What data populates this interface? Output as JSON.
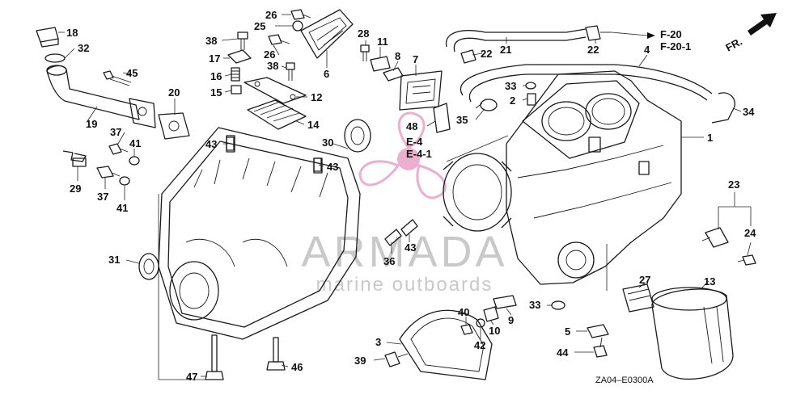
{
  "callouts": [
    {
      "id": "c18",
      "text": "18"
    },
    {
      "id": "c32",
      "text": "32"
    },
    {
      "id": "c45",
      "text": "45"
    },
    {
      "id": "c19",
      "text": "19"
    },
    {
      "id": "c20",
      "text": "20"
    },
    {
      "id": "c37a",
      "text": "37"
    },
    {
      "id": "c41a",
      "text": "41"
    },
    {
      "id": "c29",
      "text": "29"
    },
    {
      "id": "c37b",
      "text": "37"
    },
    {
      "id": "c41b",
      "text": "41"
    },
    {
      "id": "c26a",
      "text": "26"
    },
    {
      "id": "c25",
      "text": "25"
    },
    {
      "id": "c38a",
      "text": "38"
    },
    {
      "id": "c26b",
      "text": "26"
    },
    {
      "id": "c17",
      "text": "17"
    },
    {
      "id": "c38b",
      "text": "38"
    },
    {
      "id": "c16",
      "text": "16"
    },
    {
      "id": "c15",
      "text": "15"
    },
    {
      "id": "c6",
      "text": "6"
    },
    {
      "id": "c12",
      "text": "12"
    },
    {
      "id": "c14",
      "text": "14"
    },
    {
      "id": "c43a",
      "text": "43"
    },
    {
      "id": "c30",
      "text": "30"
    },
    {
      "id": "c43b",
      "text": "43"
    },
    {
      "id": "c28",
      "text": "28"
    },
    {
      "id": "c11",
      "text": "11"
    },
    {
      "id": "c8",
      "text": "8"
    },
    {
      "id": "c7",
      "text": "7"
    },
    {
      "id": "c21",
      "text": "21"
    },
    {
      "id": "c22a",
      "text": "22"
    },
    {
      "id": "c22b",
      "text": "22"
    },
    {
      "id": "c4",
      "text": "4"
    },
    {
      "id": "c33a",
      "text": "33"
    },
    {
      "id": "c2",
      "text": "2"
    },
    {
      "id": "c35",
      "text": "35"
    },
    {
      "id": "c48",
      "text": "48"
    },
    {
      "id": "c34",
      "text": "34"
    },
    {
      "id": "c1",
      "text": "1"
    },
    {
      "id": "c23",
      "text": "23"
    },
    {
      "id": "c24",
      "text": "24"
    },
    {
      "id": "c31",
      "text": "31"
    },
    {
      "id": "c36",
      "text": "36"
    },
    {
      "id": "c43c",
      "text": "43"
    },
    {
      "id": "c27",
      "text": "27"
    },
    {
      "id": "c13",
      "text": "13"
    },
    {
      "id": "c33b",
      "text": "33"
    },
    {
      "id": "c40",
      "text": "40"
    },
    {
      "id": "c9",
      "text": "9"
    },
    {
      "id": "c10",
      "text": "10"
    },
    {
      "id": "c42",
      "text": "42"
    },
    {
      "id": "c3",
      "text": "3"
    },
    {
      "id": "c39",
      "text": "39"
    },
    {
      "id": "c5",
      "text": "5"
    },
    {
      "id": "c44",
      "text": "44"
    },
    {
      "id": "c47",
      "text": "47"
    },
    {
      "id": "c46",
      "text": "46"
    }
  ],
  "references": {
    "f20": "F-20",
    "f20_1": "F-20-1",
    "e4": "E-4",
    "e4_1": "E-4-1",
    "front": "FR."
  },
  "diagram_code": "ZA04–E0300A",
  "watermark": {
    "brand": "ARMADA",
    "tagline": "marine outboards",
    "logo_color": "#e8a3c6"
  }
}
